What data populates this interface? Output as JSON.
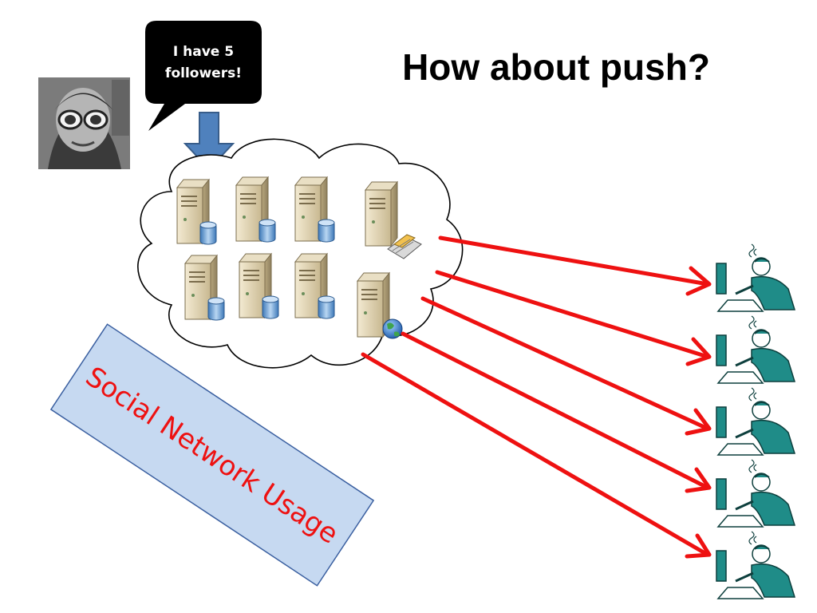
{
  "slide": {
    "title": "How about push?",
    "speech_bubble": {
      "line1": "I have 5",
      "line2": "followers!"
    },
    "banner": {
      "text": "Social Network Usage"
    }
  },
  "icons": {
    "avatar": "user-photo",
    "push_arrow": "down-arrow-icon",
    "cloud": "cloud-shape",
    "servers": "database-server-icon",
    "printer_server": "print-server-icon",
    "web_server": "web-server-icon",
    "client": "person-at-computer-icon"
  },
  "colors": {
    "arrow_red": "#ee1111",
    "push_arrow_blue": "#4f81bd",
    "banner_fill": "#c6d9f1",
    "banner_border": "#3a5fa0",
    "banner_text": "#ee1111",
    "client_teal": "#1f8c88"
  },
  "counts": {
    "followers": 5
  }
}
